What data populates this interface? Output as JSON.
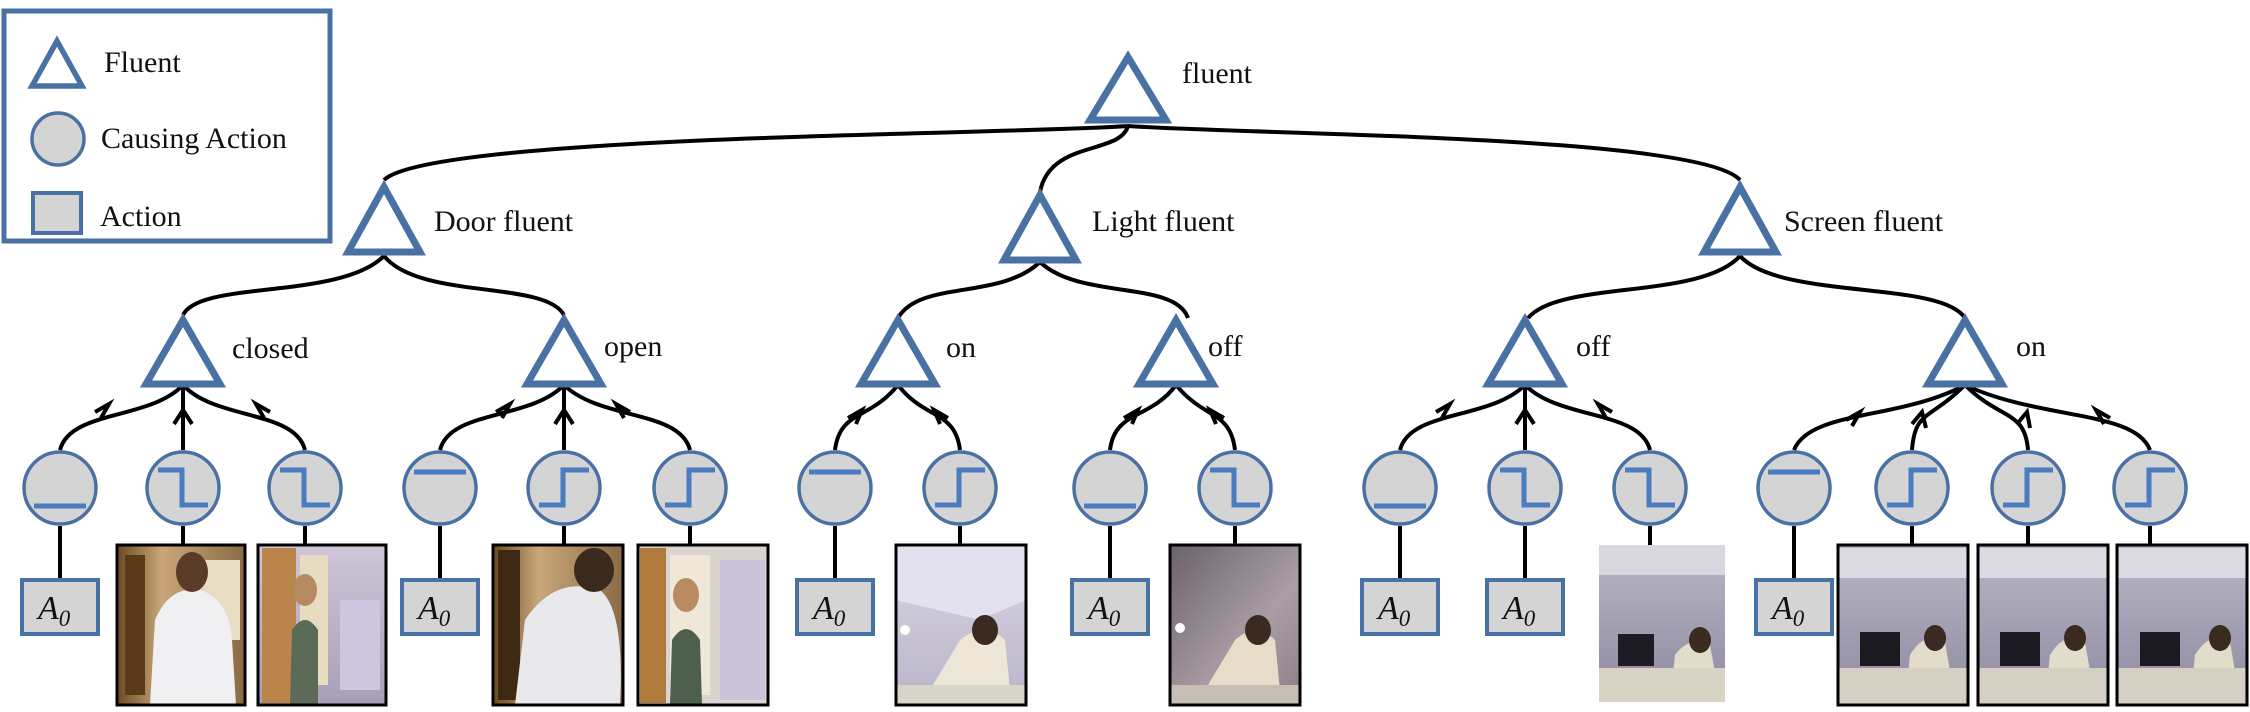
{
  "legend": {
    "fluent": "Fluent",
    "causing_action": "Causing Action",
    "action": "Action"
  },
  "tree": {
    "root": "fluent",
    "categories": [
      {
        "label": "Door fluent",
        "states": [
          {
            "label": "closed",
            "causes": [
              {
                "signal": "flat-low",
                "leaf": "A0"
              },
              {
                "signal": "step-down",
                "leaf": "photo-door-closing-back"
              },
              {
                "signal": "step-down",
                "leaf": "photo-door-closing-smile"
              }
            ]
          },
          {
            "label": "open",
            "causes": [
              {
                "signal": "flat-high",
                "leaf": "A0"
              },
              {
                "signal": "step-up",
                "leaf": "photo-door-opening-blur"
              },
              {
                "signal": "step-up",
                "leaf": "photo-door-open-standing"
              }
            ]
          }
        ]
      },
      {
        "label": "Light fluent",
        "states": [
          {
            "label": "on",
            "causes": [
              {
                "signal": "flat-high",
                "leaf": "A0"
              },
              {
                "signal": "step-up",
                "leaf": "photo-light-switch-on"
              }
            ]
          },
          {
            "label": "off",
            "causes": [
              {
                "signal": "flat-low",
                "leaf": "A0"
              },
              {
                "signal": "step-down",
                "leaf": "photo-light-switch-off"
              }
            ]
          }
        ]
      },
      {
        "label": "Screen fluent",
        "states": [
          {
            "label": "off",
            "causes": [
              {
                "signal": "flat-low",
                "leaf": "A0"
              },
              {
                "signal": "step-down",
                "leaf": "A0"
              },
              {
                "signal": "step-down",
                "leaf": "photo-screen-desk-off"
              }
            ]
          },
          {
            "label": "on",
            "causes": [
              {
                "signal": "flat-high",
                "leaf": "A0"
              },
              {
                "signal": "step-up",
                "leaf": "photo-screen-desk-on-1"
              },
              {
                "signal": "step-up",
                "leaf": "photo-screen-desk-on-2"
              },
              {
                "signal": "step-up",
                "leaf": "photo-screen-desk-on-3"
              }
            ]
          }
        ]
      }
    ]
  },
  "leaf_action_letter": "A",
  "leaf_action_subscript": "0",
  "colors": {
    "node_outline": "#4a71a3",
    "node_fill": "#d4d4d4",
    "signal": "#4a7cc0",
    "edge": "#000000"
  }
}
